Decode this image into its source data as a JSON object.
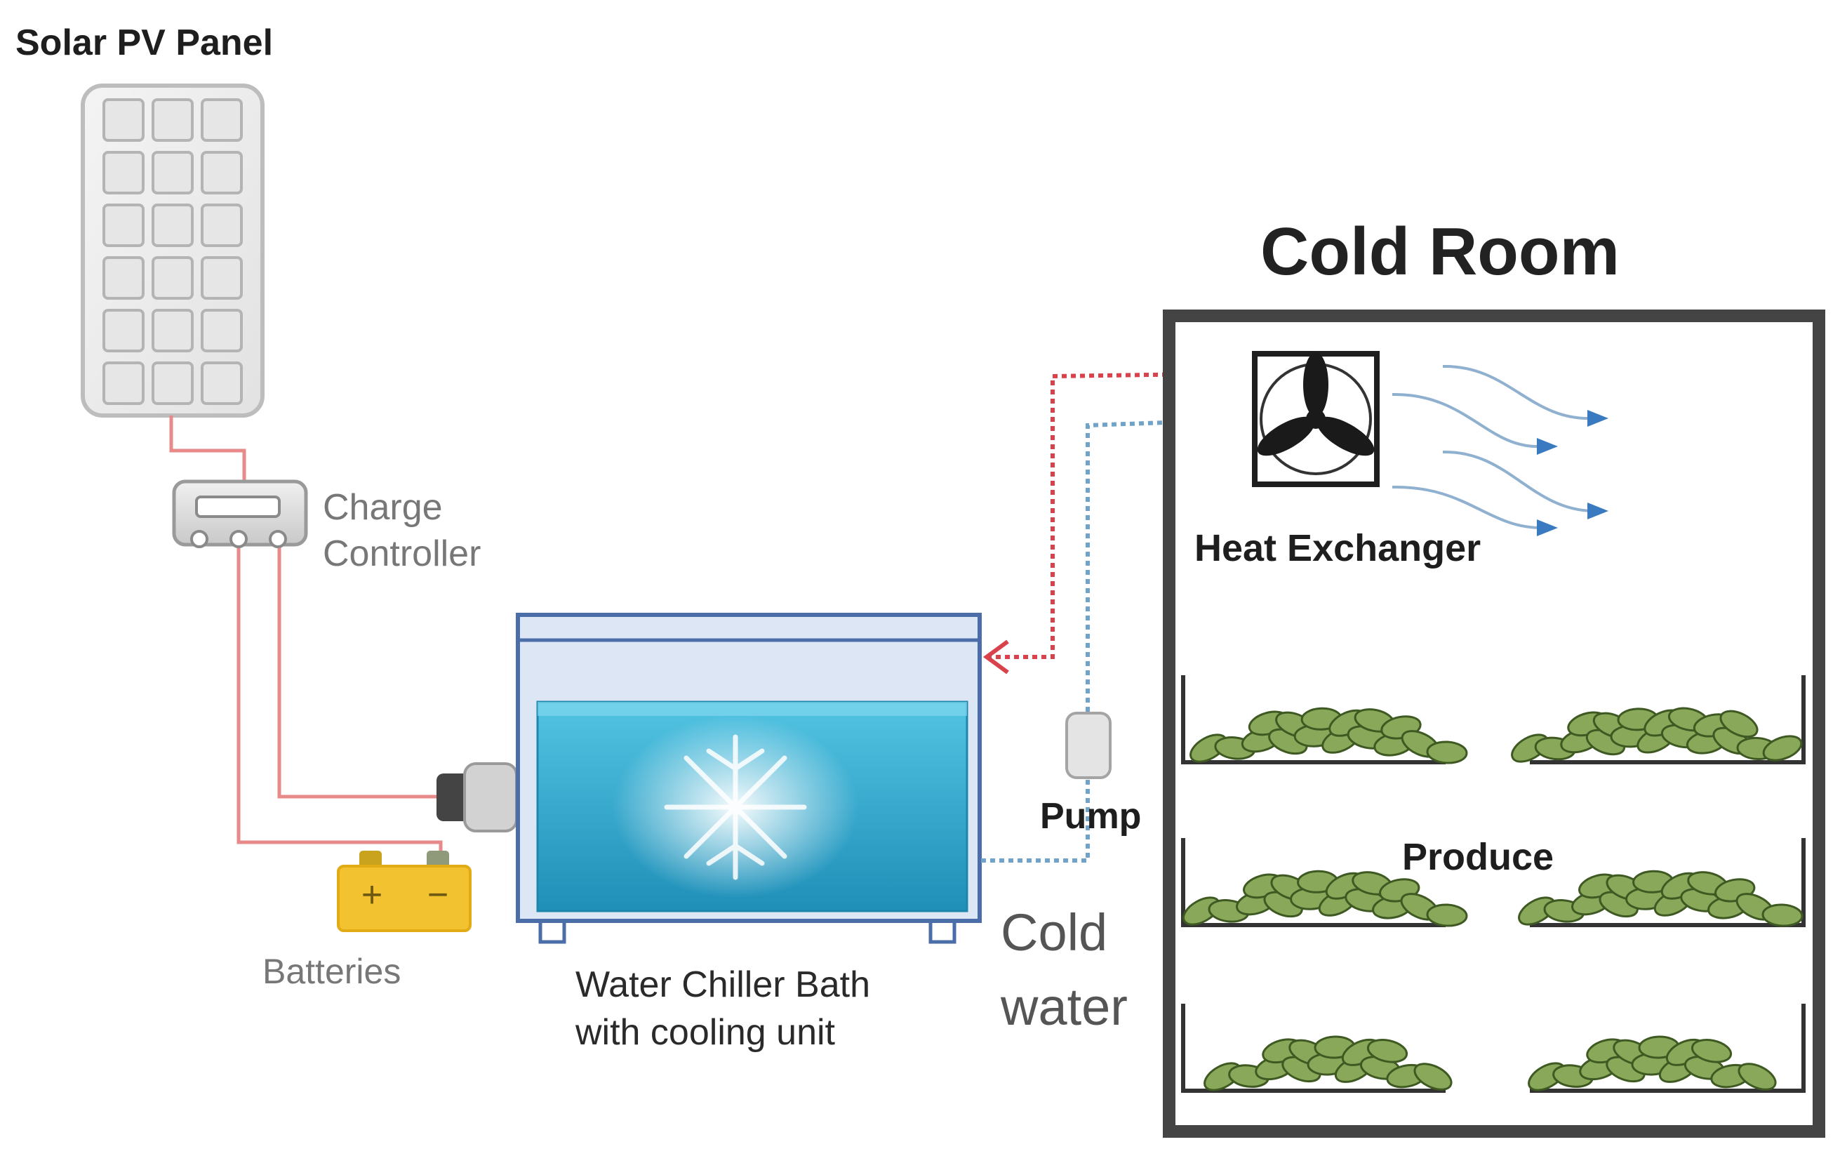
{
  "labels": {
    "solar_panel": "Solar PV Panel",
    "charge_controller_line1": "Charge",
    "charge_controller_line2": "Controller",
    "batteries": "Batteries",
    "battery_plus": "+",
    "battery_minus": "−",
    "chiller_line1": "Water Chiller Bath",
    "chiller_line2": "with cooling unit",
    "pump": "Pump",
    "cold_water_line1": "Cold",
    "cold_water_line2": "water",
    "cold_room": "Cold Room",
    "heat_exchanger": "Heat Exchanger",
    "produce": "Produce"
  },
  "colors": {
    "power_wire": "#e88a8a",
    "warm_flow": "#d9414b",
    "cold_flow": "#6fa3c9",
    "air_flow": "#3a7ac0",
    "battery": "#f2c230",
    "water": "#33a9cf",
    "room_wall": "#444444",
    "produce": "#8aa85a"
  }
}
